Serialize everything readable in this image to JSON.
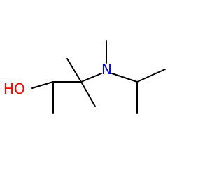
{
  "molecule": {
    "atoms": [
      {
        "id": "o1",
        "element": "O",
        "label": "HO",
        "color": "#ff0000"
      },
      {
        "id": "n1",
        "element": "N",
        "label": "N",
        "color": "#0000ff"
      }
    ],
    "bond_color": "#000000"
  }
}
